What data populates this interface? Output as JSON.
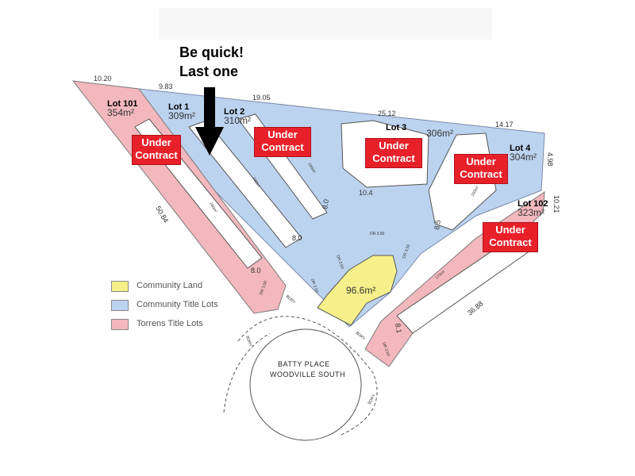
{
  "promo": {
    "line1": "Be quick!",
    "line2": "Last one"
  },
  "lots": [
    {
      "name": "Lot 101",
      "area": "354m²"
    },
    {
      "name": "Lot 1",
      "area": "309m²"
    },
    {
      "name": "Lot 2",
      "area": "310m²"
    },
    {
      "name": "Lot 3",
      "area": "306m²"
    },
    {
      "name": "Lot 4",
      "area": "304m²"
    },
    {
      "name": "Lot 102",
      "area": "323m²"
    }
  ],
  "under_contract": {
    "line1": "Under",
    "line2": "Contract"
  },
  "community_area": "96.6m²",
  "dimensions": [
    "10.20",
    "9.83",
    "19.05",
    "25.12",
    "14.17",
    "4.98",
    "10.21",
    "50.84",
    "36.88",
    "10.4",
    "8.0",
    "8.0",
    "8.0",
    "8.5",
    "8.1"
  ],
  "building_areas": [
    "180m²",
    "180m²",
    "180m²",
    "150m²",
    "170m²"
  ],
  "small_labels": {
    "dr": "DR 3.50",
    "bdry": "BDRY"
  },
  "street": {
    "line1": "BATTY PLACE",
    "line2": "WOODVILLE SOUTH"
  },
  "legend": [
    {
      "label": "Community Land",
      "color": "#f7f08a"
    },
    {
      "label": "Community Title Lots",
      "color": "#bcd3ef"
    },
    {
      "label": "Torrens Title Lots",
      "color": "#f2b8bd"
    }
  ],
  "colors": {
    "community_land": "#f7f08a",
    "community_title": "#bcd3ef",
    "torrens_title": "#f2b8bd",
    "under_contract": "#e8202a"
  }
}
